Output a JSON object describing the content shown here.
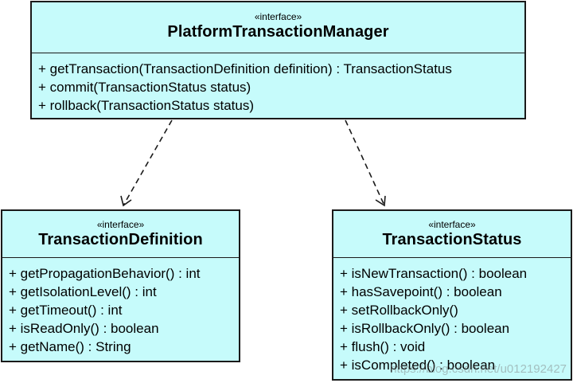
{
  "diagram": {
    "platform_transaction_manager": {
      "stereotype": "«interface»",
      "name": "PlatformTransactionManager",
      "methods": [
        "+ getTransaction(TransactionDefinition definition) : TransactionStatus",
        "+ commit(TransactionStatus status)",
        "+ rollback(TransactionStatus status)"
      ]
    },
    "transaction_definition": {
      "stereotype": "«interface»",
      "name": "TransactionDefinition",
      "methods": [
        "+ getPropagationBehavior() : int",
        "+ getIsolationLevel() : int",
        "+ getTimeout() : int",
        "+ isReadOnly() : boolean",
        "+ getName() : String"
      ]
    },
    "transaction_status": {
      "stereotype": "«interface»",
      "name": "TransactionStatus",
      "methods": [
        "+ isNewTransaction() : boolean",
        "+ hasSavepoint() : boolean",
        "+ setRollbackOnly()",
        "+ isRollbackOnly() : boolean",
        "+ flush() : void",
        "+ isCompleted() : boolean"
      ]
    },
    "colors": {
      "box_fill": "#c6fbfb",
      "border": "#1a1a1a"
    },
    "watermark": "https://blog.csdn.net/u012192427"
  }
}
